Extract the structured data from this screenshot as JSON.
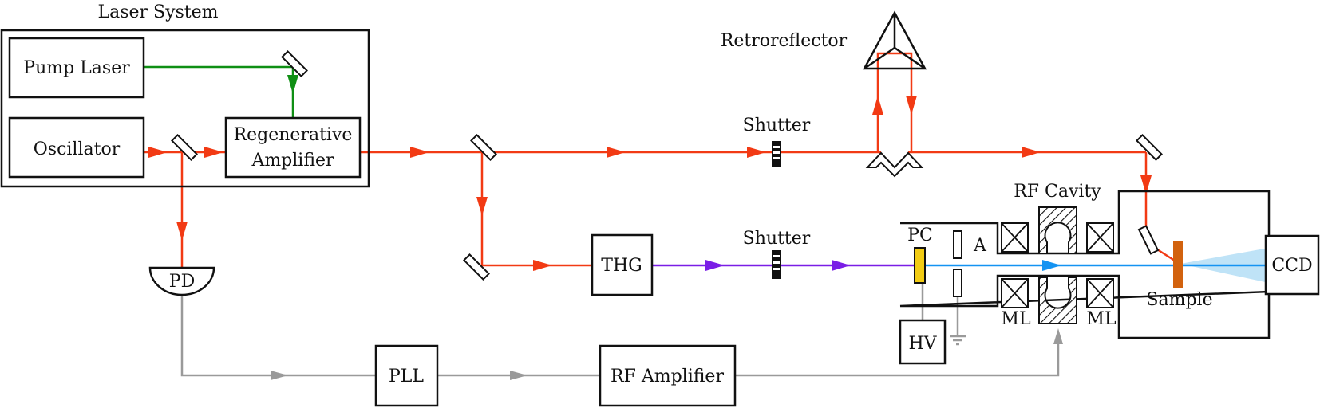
{
  "labels": {
    "laser_system": "Laser System",
    "pump_laser": "Pump Laser",
    "oscillator": "Oscillator",
    "regen_line1": "Regenerative",
    "regen_line2": "Amplifier",
    "retroreflector": "Retroreflector",
    "shutter_top": "Shutter",
    "shutter_bottom": "Shutter",
    "thg": "THG",
    "pd": "PD",
    "pll": "PLL",
    "rf_amplifier": "RF Amplifier",
    "rf_cavity": "RF Cavity",
    "pc": "PC",
    "a": "A",
    "hv": "HV",
    "ml_left": "ML",
    "ml_right": "ML",
    "sample": "Sample",
    "ccd": "CCD"
  },
  "colors": {
    "ir_beam": "#f23a14",
    "pump_beam": "#0f8f14",
    "uv_beam": "#7a1ee6",
    "electron_beam": "#1493f2",
    "rf_signal": "#9a9a9a",
    "photocathode": "#f2cc14",
    "sample": "#d2620e",
    "diffraction_cone": "#bfe3f7"
  }
}
